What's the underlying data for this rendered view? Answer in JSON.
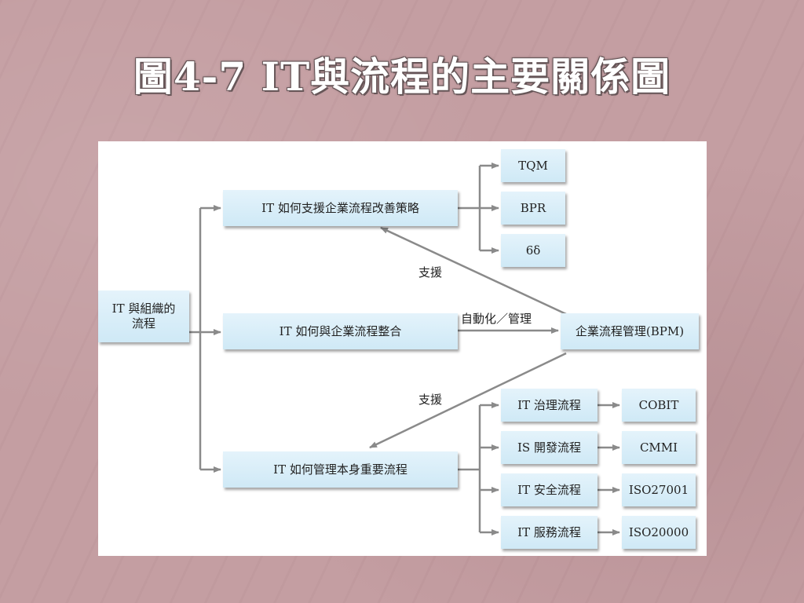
{
  "title": "圖4-7 IT與流程的主要關係圖",
  "diagram": {
    "root": {
      "line1": "IT 與組織的",
      "line2": "流程"
    },
    "branches": {
      "improve": "IT 如何支援企業流程改善策略",
      "integrate": "IT 如何與企業流程整合",
      "manage": "IT 如何管理本身重要流程"
    },
    "strategies": [
      "TQM",
      "BPR",
      "6δ"
    ],
    "bpm": "企業流程管理(BPM)",
    "processes": [
      "IT 治理流程",
      "IS 開發流程",
      "IT 安全流程",
      "IT 服務流程"
    ],
    "standards": [
      "COBIT",
      "CMMI",
      "ISO27001",
      "ISO20000"
    ],
    "edge_labels": {
      "support_top": "支援",
      "automation": "自動化／管理",
      "support_bottom": "支援"
    }
  }
}
